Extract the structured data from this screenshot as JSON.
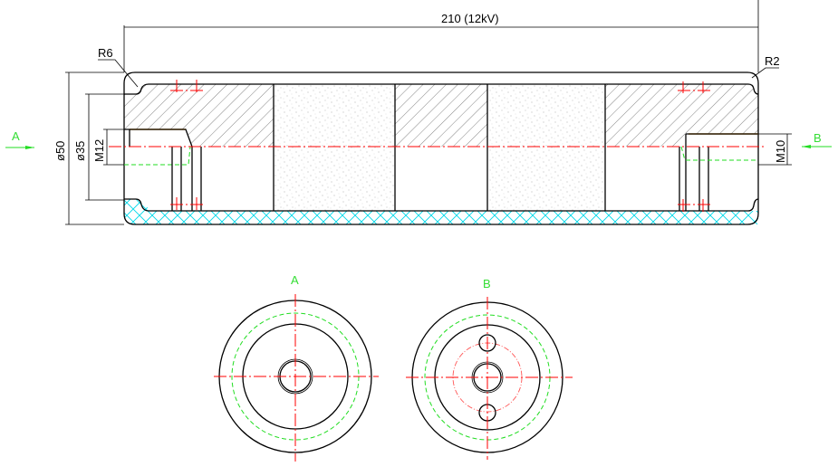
{
  "dimensions": {
    "length": "210 (12kV)",
    "outer_diameter": "ø50",
    "inner_diameter": "ø35",
    "left_thread": "M12",
    "right_thread": "M10",
    "left_radius": "R6",
    "right_radius": "R2"
  },
  "views": {
    "a_label": "A",
    "b_label": "B"
  },
  "colors": {
    "outline": "#000000",
    "centerline": "#ff0000",
    "hidden": "#22dd22",
    "insulation": "#00d8e8",
    "thread_face": "#f0a030"
  }
}
